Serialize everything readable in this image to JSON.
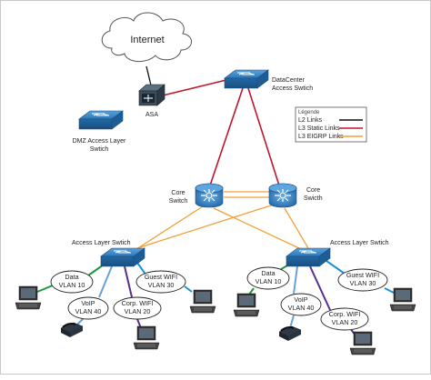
{
  "nodes": {
    "internet": "Internet",
    "asa": "ASA",
    "dmz_l1": "DMZ Access Layer",
    "dmz_l2": "Swtich",
    "dc_l1": "DataCenter",
    "dc_l2": "Access Swtich",
    "core_left_l1": "Core",
    "core_left_l2": "Switch",
    "core_right_l1": "Core",
    "core_right_l2": "Swicth",
    "access_left": "Access Layer Swtich",
    "access_right": "Access Layer Swtich"
  },
  "vlans_left": [
    {
      "name": "Data",
      "vlan": "VLAN 10"
    },
    {
      "name": "Guest WIFI",
      "vlan": "VLAN 30"
    },
    {
      "name": "VoIP",
      "vlan": "VLAN 40"
    },
    {
      "name": "Corp. WIFI",
      "vlan": "VLAN 20"
    }
  ],
  "vlans_right": [
    {
      "name": "Data",
      "vlan": "VLAN 10"
    },
    {
      "name": "Guest WIFI",
      "vlan": "VLAN 30"
    },
    {
      "name": "VoIP",
      "vlan": "VLAN 40"
    },
    {
      "name": "Corp. WIFI",
      "vlan": "VLAN 20"
    }
  ],
  "legend": {
    "title": "Légende",
    "items": [
      {
        "label": "L2 Links",
        "color": "#111111"
      },
      {
        "label": "L3 Static Links",
        "color": "#c0152a"
      },
      {
        "label": "L3 EIGRP Links",
        "color": "#f2a13a"
      }
    ]
  },
  "colors": {
    "device_blue": "#2b78b8",
    "link_l3_static": "#c0152a",
    "link_eigrp": "#f2a13a",
    "vlan_data": "#1a9a3a",
    "vlan_guest": "#1e90d6",
    "vlan_voip": "#6aa0d8",
    "vlan_corp": "#5a2d91"
  }
}
